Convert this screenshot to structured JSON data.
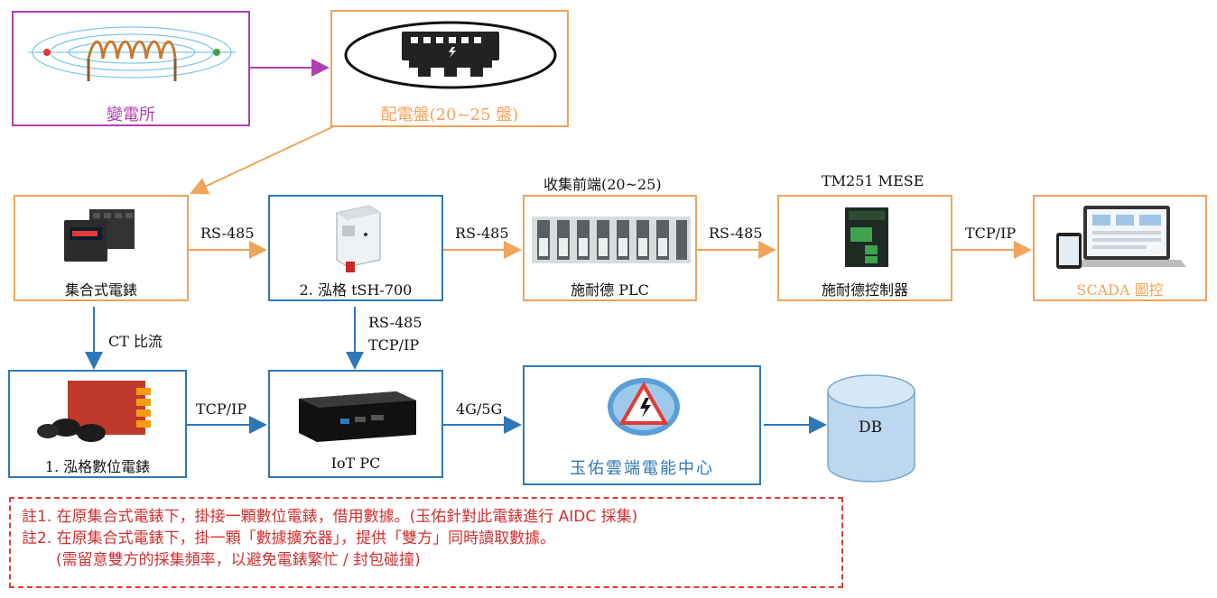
{
  "colors": {
    "orange": "#f0a35a",
    "blue": "#2f78b7",
    "purple": "#b03fb0",
    "note_red": "#e53935"
  },
  "nodes": {
    "substation": {
      "label": "變電所",
      "icon": "magnetic-coil-icon"
    },
    "panel": {
      "label": "配電盤(20~25 盤)",
      "icon": "switchboard-icon"
    },
    "meter": {
      "label": "集合式電錶",
      "icon": "power-meter-icon"
    },
    "tsh700": {
      "label": "2. 泓格 tSH-700",
      "icon": "serial-module-icon"
    },
    "plc": {
      "label": "施耐德 PLC",
      "top_label": "收集前端(20~25)",
      "icon": "plc-rack-icon"
    },
    "controller": {
      "label": "施耐德控制器",
      "top_label": "TM251 MESE",
      "icon": "controller-icon"
    },
    "scada": {
      "label": "SCADA 圖控",
      "icon": "laptop-dashboard-icon"
    },
    "digital_meter": {
      "label": "1. 泓格數位電錶",
      "icon": "digital-meter-icon"
    },
    "iot_pc": {
      "label": "IoT PC",
      "icon": "mini-pc-icon"
    },
    "cloud": {
      "label": "玉佑雲端電能中心",
      "icon": "globe-warning-icon"
    },
    "db": {
      "label": "DB",
      "icon": "database-icon"
    }
  },
  "edges": {
    "rs485_a": "RS-485",
    "rs485_b": "RS-485",
    "rs485_c": "RS-485",
    "tcpip_scada": "TCP/IP",
    "ct": "CT 比流",
    "rs485_tcp_line1": "RS-485",
    "rs485_tcp_line2": "TCP/IP",
    "tcpip_iot": "TCP/IP",
    "net_4g5g": "4G/5G"
  },
  "notes": [
    "註1. 在原集合式電錶下，掛接一顆數位電錶，借用數據。(玉佑針對此電錶進行 AIDC 採集)",
    "註2. 在原集合式電錶下，掛一顆「數據擴充器」，提供「雙方」同時讀取數據。",
    "(需留意雙方的採集頻率，以避免電錶繁忙 / 封包碰撞)"
  ]
}
